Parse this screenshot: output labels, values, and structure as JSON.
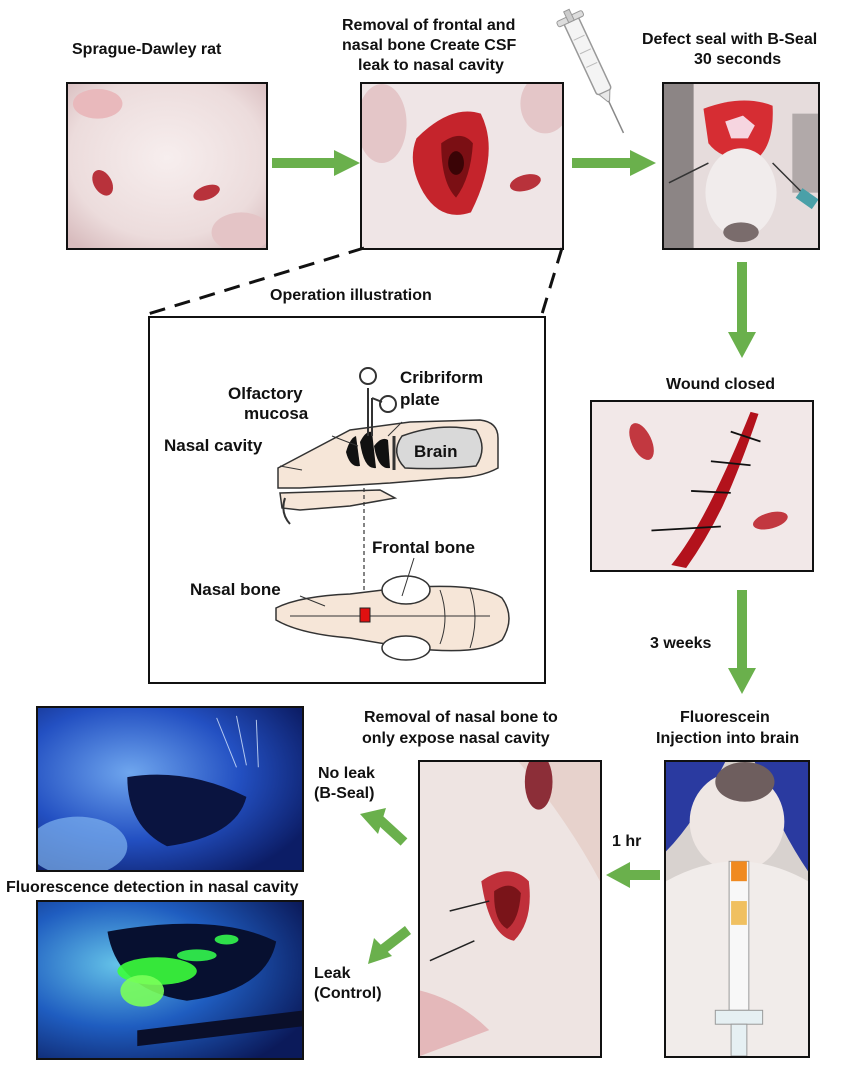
{
  "labels": {
    "rat": "Sprague-Dawley rat",
    "removal_1": "Removal of frontal and",
    "removal_2": "nasal bone Create CSF",
    "removal_3": "leak to nasal cavity",
    "seal_1": "Defect seal with B-Seal",
    "seal_2": "30 seconds",
    "operation": "Operation illustration",
    "wound": "Wound closed",
    "weeks": "3 weeks",
    "fluor_1": "Fluorescein",
    "fluor_2": "Injection into brain",
    "expose_1": "Removal of nasal bone to",
    "expose_2": "only expose nasal cavity",
    "hour": "1 hr",
    "noleak_1": "No leak",
    "noleak_2": "(B-Seal)",
    "detect": "Fluorescence detection in nasal cavity",
    "leak_1": "Leak",
    "leak_2": "(Control)"
  },
  "illustration": {
    "olfactory_1": "Olfactory",
    "olfactory_2": "mucosa",
    "cribriform_1": "Cribriform",
    "cribriform_2": "plate",
    "nasal_cavity": "Nasal cavity",
    "brain": "Brain",
    "frontal_bone": "Frontal bone",
    "nasal_bone": "Nasal bone"
  },
  "colors": {
    "arrow": "#6ab04c",
    "defect": "#e01010",
    "fluorescence": "#3cff3c",
    "uv_background": "#1a3fb0"
  }
}
